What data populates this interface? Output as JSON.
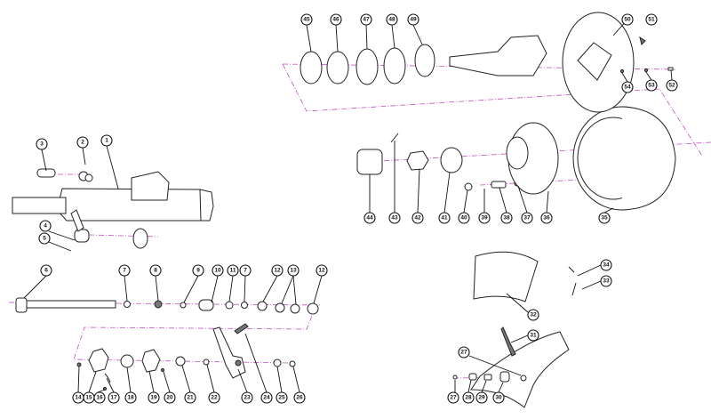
{
  "diagram": {
    "type": "exploded parts diagram",
    "callouts": {
      "axle": [
        "1",
        "2",
        "3",
        "4",
        "5"
      ],
      "camshaft_row": [
        "6",
        "7",
        "8",
        "9",
        "10",
        "11",
        "7",
        "12",
        "13",
        "12"
      ],
      "adjuster_row": [
        "14",
        "15",
        "16",
        "17",
        "18",
        "19",
        "20",
        "21",
        "22",
        "23",
        "24",
        "25",
        "26"
      ],
      "shoe_group": [
        "27",
        "28",
        "29",
        "30",
        "27",
        "31",
        "32",
        "33",
        "34"
      ],
      "hub_row": [
        "35",
        "36",
        "37",
        "38",
        "39",
        "40",
        "41",
        "42",
        "43",
        "44"
      ],
      "spindle_row": [
        "45",
        "46",
        "47",
        "48",
        "49",
        "50",
        "51",
        "52",
        "53",
        "54"
      ]
    },
    "colors": {
      "line": "#222222",
      "axis": "#c050c0"
    }
  }
}
